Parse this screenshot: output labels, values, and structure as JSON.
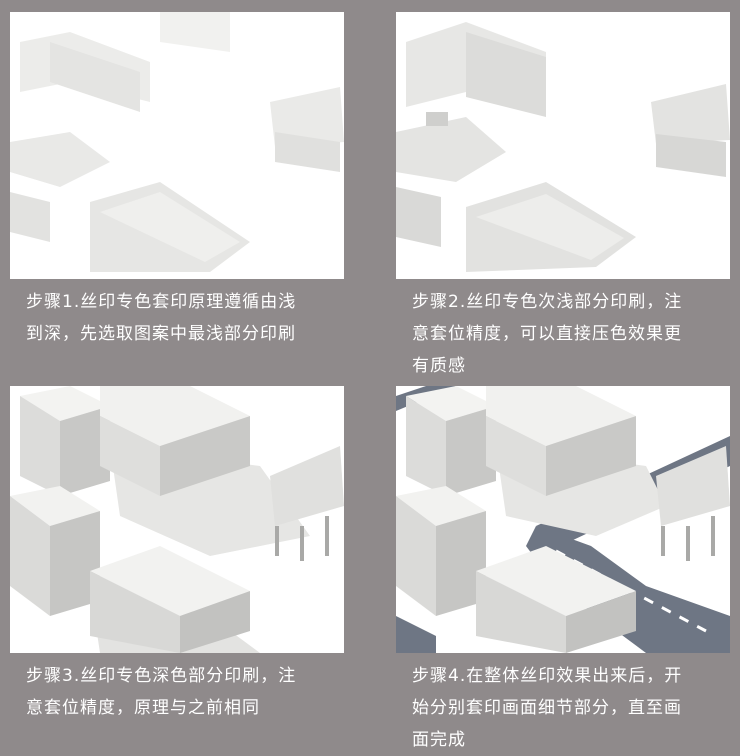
{
  "colors": {
    "background": "#8f8a8b",
    "caption_text": "#ffffff",
    "road": "#6e7684",
    "building_light": "#f1f1ef",
    "building_mid": "#dcdcda",
    "building_dark": "#c4c4c2"
  },
  "steps": [
    {
      "caption_line1": "步骤1.丝印专色套印原理遵循由浅",
      "caption_line2": "到深，先选取图案中最浅部分印刷",
      "caption_line3": ""
    },
    {
      "caption_line1": "步骤2.丝印专色次浅部分印刷，注",
      "caption_line2": "意套位精度，可以直接压色效果更",
      "caption_line3": "有质感"
    },
    {
      "caption_line1": "步骤3.丝印专色深色部分印刷，注",
      "caption_line2": "意套位精度，原理与之前相同",
      "caption_line3": ""
    },
    {
      "caption_line1": "步骤4.在整体丝印效果出来后，开",
      "caption_line2": "始分别套印画面细节部分，直至画",
      "caption_line3": "面完成"
    }
  ]
}
